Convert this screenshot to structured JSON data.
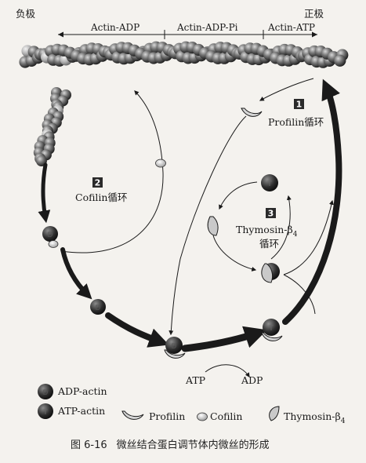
{
  "labels": {
    "minus_end": "负极",
    "plus_end": "正极",
    "actin_adp": "Actin-ADP",
    "actin_adp_pi": "Actin-ADP-Pi",
    "actin_atp": "Actin-ATP",
    "cycle1_num": "1",
    "cycle1_name": "Profilin循环",
    "cycle2_num": "2",
    "cycle2_name": "Cofilin循环",
    "cycle3_num": "3",
    "cycle3_name_a": "Thymosin-β",
    "cycle3_sub": "4",
    "cycle3_name_b": "循环",
    "atp": "ATP",
    "adp": "ADP"
  },
  "legend": {
    "adp_actin": "ADP-actin",
    "atp_actin": "ATP-actin",
    "profilin": "Profilin",
    "cofilin": "Cofilin",
    "thymosin": "Thymosin-β",
    "thymosin_sub": "4"
  },
  "caption": {
    "number": "图 6-16",
    "text": "微丝结合蛋白调节体内微丝的形成"
  },
  "colors": {
    "ink": "#1a1a1a",
    "actin_dark": "#2f2f2f",
    "actin_light": "#9a9a9a",
    "background": "#f4f2ee"
  }
}
